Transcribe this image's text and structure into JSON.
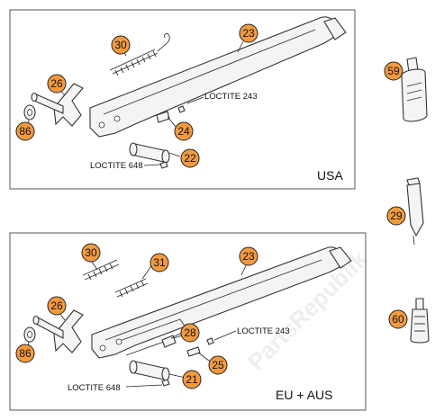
{
  "watermark": "PartsRepublik",
  "panels": [
    {
      "region": "USA",
      "note_upper": "LOCTITE 243",
      "note_lower": "LOCTITE 648"
    },
    {
      "region": "EU + AUS",
      "note_upper": "LOCTITE 243",
      "note_lower": "LOCTITE 648"
    }
  ],
  "callouts": {
    "usa_23": "23",
    "usa_30": "30",
    "usa_26": "26",
    "usa_86": "86",
    "usa_24": "24",
    "usa_22": "22",
    "eu_30": "30",
    "eu_31": "31",
    "eu_23": "23",
    "eu_26": "26",
    "eu_86": "86",
    "eu_28": "28",
    "eu_25": "25",
    "eu_21": "21",
    "side_59": "59",
    "side_29": "29",
    "side_60": "60"
  },
  "colors": {
    "callout_fill": "#f39a3f",
    "panel_border": "#555555",
    "line": "#333333"
  }
}
